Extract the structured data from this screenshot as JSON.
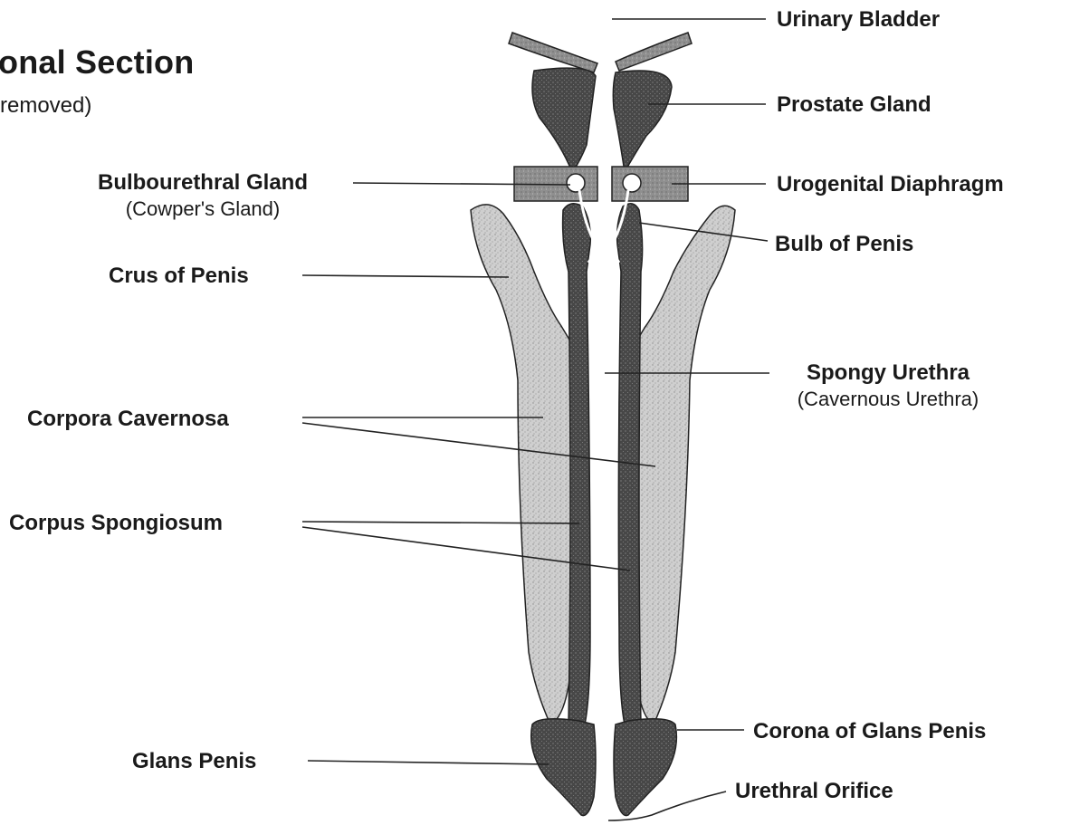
{
  "title": "onal Section",
  "subtitle": "removed)",
  "labels": {
    "urinary_bladder": "Urinary Bladder",
    "prostate_gland": "Prostate Gland",
    "bulbourethral_gland": "Bulbourethral Gland",
    "cowpers_gland": "(Cowper's Gland)",
    "urogenital_diaphragm": "Urogenital Diaphragm",
    "bulb_of_penis": "Bulb of Penis",
    "crus_of_penis": "Crus of Penis",
    "spongy_urethra": "Spongy Urethra",
    "cavernous_urethra": "(Cavernous Urethra)",
    "corpora_cavernosa": "Corpora Cavernosa",
    "corpus_spongiosum": "Corpus Spongiosum",
    "corona_of_glans_penis": "Corona of Glans Penis",
    "glans_penis": "Glans Penis",
    "urethral_orifice": "Urethral Orifice"
  },
  "colors": {
    "corpora_cavernosa_fill": "#c9c9c9",
    "corpus_spongiosum_fill": "#4a4a4a",
    "diaphragm_fill": "#a8a8a8",
    "leader_line": "#222222"
  }
}
